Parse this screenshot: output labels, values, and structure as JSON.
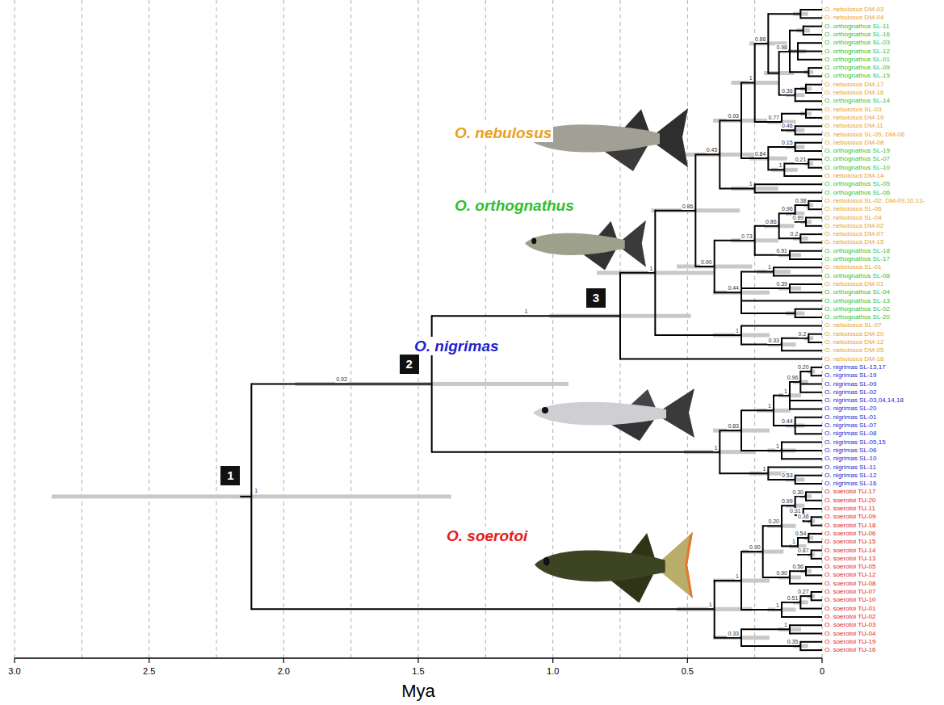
{
  "diagram": {
    "nodes": [
      {
        "text": [
          "1"
        ]
      },
      {
        "text": [
          "2"
        ]
      },
      {
        "text": [
          "3"
        ]
      }
    ],
    "labels": [
      "3.0",
      "2.5",
      "2.0",
      "1.5",
      "1.0",
      "0.5",
      "0",
      "Mya",
      "O. nebulosus",
      "O. orthognathus",
      "O. nigrimas",
      "O. soerotoi",
      "O. nebulosus DM-03",
      "O. nebulosus DM-04",
      "O. orthognathus SL-11",
      "O. orthognathus SL-16",
      "O. orthognathus SL-03",
      "O. orthognathus SL-12",
      "O. orthognathus SL-01",
      "O. orthognathus SL-09",
      "O. orthognathus SL-15",
      "O. nebulosus DM-17",
      "O. nebulosus DM-16",
      "O. orthognathus SL-14",
      "O. nebulosus SL-03",
      "O. nebulosus DM-19",
      "O. nebulosus DM-11",
      "O. nebulosus SL-05, DM-06",
      "O. nebulosus DM-08",
      "O. orthognathus SL-19",
      "O. orthognathus SL-07",
      "O. orthognathus SL-10",
      "O. nebulosus DM-14",
      "O. orthognathus SL-05",
      "O. orthognathus SL-06",
      "O. nebulosus SL-02, DM-09,10,13-",
      "O. nebulosus SL-06",
      "O. nebulosus SL-04",
      "O. nebulosus DM-02",
      "O. nebulosus DM-07",
      "O. nebulosus DM-15",
      "O. orthognathus SL-18",
      "O. orthognathus SL-17",
      "O. nebulosus SL-01",
      "O. orthognathus SL-08",
      "O. nebulosus DM-01",
      "O. orthognathus SL-04",
      "O. orthognathus SL-13",
      "O. orthognathus SL-02",
      "O. orthognathus SL-20",
      "O. nebulosus SL-07",
      "O. nebulosus DM-20",
      "O. nebulosus DM-12",
      "O. nebulosus DM-05",
      "O. nebulosus DM-18",
      "O. nigrimas SL-13,17",
      "O. nigrimas SL-19",
      "O. nigrimas SL-09",
      "O. nigrimas SL-02",
      "O. nigrimas SL-03,04,14,18",
      "O. nigrimas SL-20",
      "O. nigrimas SL-01",
      "O. nigrimas SL-07",
      "O. nigrimas SL-08",
      "O. nigrimas SL-05,15",
      "O. nigrimas SL-06",
      "O. nigrimas SL-10",
      "O. nigrimas SL-11",
      "O. nigrimas SL-12",
      "O. nigrimas SL-16",
      "O. soerotoi TU-17",
      "O. soerotoi TU-20",
      "O. soerotoi TU-11",
      "O. soerotoi TU-09",
      "O. soerotoi TU-18",
      "O. soerotoi TU-06",
      "O. soerotoi TU-15",
      "O. soerotoi TU-14",
      "O. soerotoi TU-13",
      "O. soerotoi TU-05",
      "O. soerotoi TU-12",
      "O. soerotoi TU-08",
      "O. soerotoi TU-07",
      "O. soerotoi TU-10",
      "O. soerotoi TU-01",
      "O. soerotoi TU-02",
      "O. soerotoi TU-03",
      "O. soerotoi TU-04",
      "O. soerotoi TU-19",
      "O. soerotoi TU-16",
      "1",
      "0.92",
      "1",
      "1",
      "0.86",
      "0.45",
      "0.93",
      "1",
      "0.86",
      "0.98",
      "0.36",
      "0.77",
      "0.46",
      "0.84",
      "0.15",
      "1",
      "0.21",
      "1",
      "0.90",
      "0.73",
      "0.86",
      "0.96",
      "0.38",
      "0.99",
      "0.2",
      "0.91",
      "0.44",
      "1",
      "0.39",
      "1",
      "0.33",
      "0.2",
      "1",
      "0.83",
      "1",
      "1",
      "0.96",
      "0.20",
      "0.44",
      "1",
      "1",
      "0.53",
      "1",
      "1",
      "0.90",
      "0.20",
      "0.99",
      "0.30",
      "0.31",
      "0.36",
      "1",
      "0.54",
      "0.87",
      "0.90",
      "0.56",
      "1",
      "0.51",
      "0.27",
      "0.33",
      "1",
      "0.35"
    ]
  }
}
